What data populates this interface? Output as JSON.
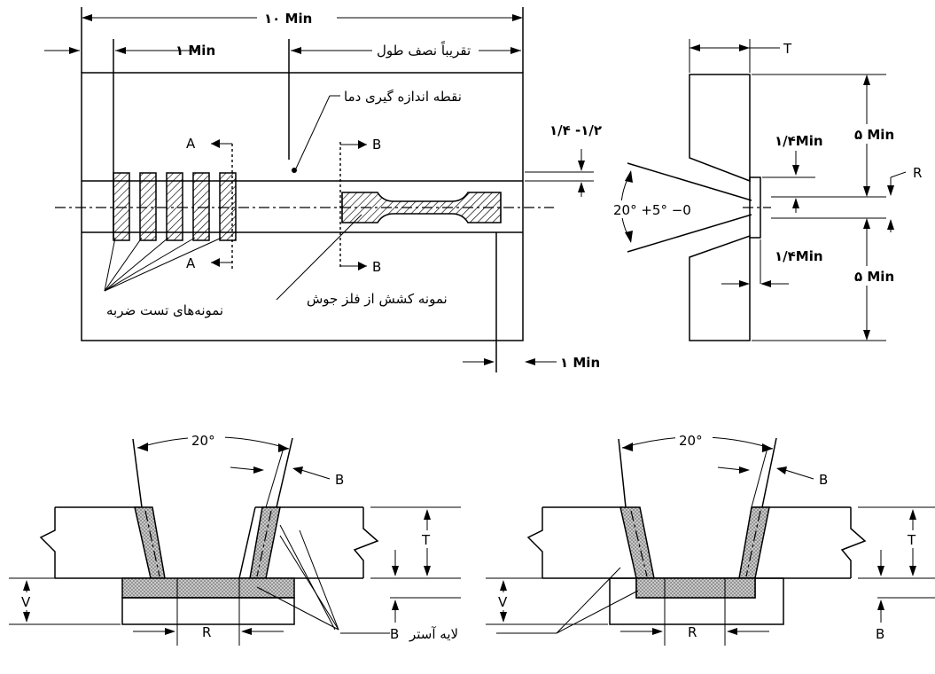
{
  "top_view": {
    "overall_length": "۱۰ Min",
    "end_distance": "۱ Min",
    "half_length": "تقریباً نصف طول",
    "temp_point": "نقطه اندازه گیری دما",
    "impact_specimens": "نمونه‌های تست ضربه",
    "tensile_specimen": "نمونه کشش از فلز جوش",
    "section_a": "A",
    "section_b": "B",
    "edge_distance": "۱ Min",
    "weld_width": "۱/۴ -۱/۲"
  },
  "side_view": {
    "thickness": "T",
    "half_width_top": "۵ Min",
    "half_width_bottom": "۵ Min",
    "root": "R",
    "backing_top": "۱/۴Min",
    "backing_bottom": "۱/۴Min",
    "groove_angle": "20° +5° −0"
  },
  "joint_details": {
    "angle_left": "20°",
    "angle_right": "20°",
    "buttering_left": "B",
    "buttering_right": "B",
    "thickness_left": "T",
    "thickness_right": "T",
    "backing_left": "V",
    "backing_right": "V",
    "backing_b_left": "B",
    "backing_b_right": "B",
    "root_left": "R",
    "root_right": "R",
    "buttering_layer": "لایه آستر"
  }
}
